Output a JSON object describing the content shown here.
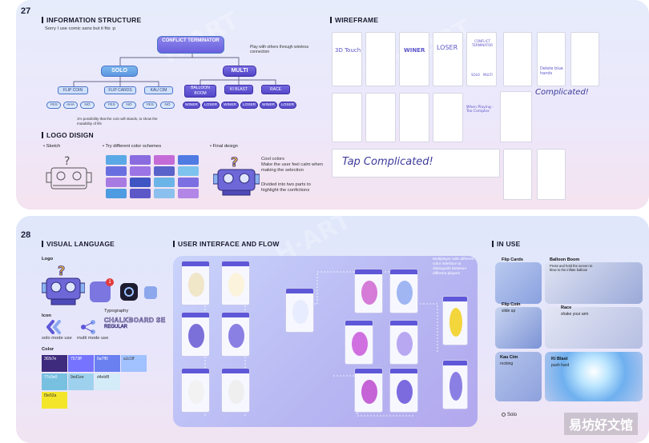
{
  "page1": {
    "number": "27",
    "info_structure": {
      "heading": "INFORMATION STRUCTURE",
      "note": "Sorry I use comic sans but it fits :p",
      "root": "CONFLICT TERMINATOR",
      "solo": "SOLO",
      "multi": "MULTI",
      "multi_note": "Play with others through wireless connection",
      "solo_children": [
        "FLIP COIN",
        "FLIP CARDS",
        "KAU CIM"
      ],
      "solo_leaves": [
        [
          "YES",
          "AHA",
          "NO"
        ],
        [
          "YES",
          "NO"
        ],
        [
          "YES",
          "NO"
        ]
      ],
      "multi_children": [
        "BALLOON BOOM",
        "KI BLAST",
        "RACE"
      ],
      "multi_leaves": [
        [
          "WINER",
          "LOSER"
        ],
        [
          "WINER",
          "LOSER"
        ],
        [
          "WINER",
          "LOSER"
        ]
      ],
      "footnote": "1% possibility that the coin will stands, to show the mutability of life"
    },
    "logo": {
      "heading": "LOGO DISIGN",
      "sketch_label": "Sketch",
      "schemes_label": "Try different color schemes",
      "final_label": "Final design",
      "final_note_1": "Cool colors\nMake the user feel calm when making the selection",
      "final_note_2": "Divided into two parts to highlight the confictions",
      "scheme_colors": [
        "#5aa9e6",
        "#8a6be0",
        "#c46bd8",
        "#4f7be3",
        "#6a6fe0",
        "#9d74e6",
        "#5a63c9",
        "#7ec3ee",
        "#a87be2",
        "#3f55c4",
        "#6ab4e8",
        "#7c6fe2",
        "#4d9be0",
        "#5d58c8",
        "#8bc0ee",
        "#b286e6"
      ]
    },
    "wireframe": {
      "heading": "WIREFRAME",
      "scribbles": [
        "3D Touch",
        "WINER",
        "LOSER",
        "CONFLICT TERMINATOR",
        "SOLO",
        "MULTI",
        "Delete blue hands",
        "Complicated!",
        "Tap Complicated!",
        "When Playing - Too Complex"
      ]
    }
  },
  "page2": {
    "number": "28",
    "visual_language": {
      "heading": "VISUAL LANGUAGE",
      "logo_label": "Logo",
      "typography_label": "Typography",
      "font_sample_1": "CHALKBOARD SE",
      "font_sample_2": "REGULAR",
      "icon_label": "Icon",
      "solo_mode": "solo mode use",
      "multi_mode": "multi mode use",
      "color_label": "Color",
      "badge": "1",
      "swatches": [
        {
          "hex": "#3f2b7e",
          "label": "3f2b7e"
        },
        {
          "hex": "#7573ff",
          "label": "7573ff"
        },
        {
          "hex": "#6a7ff0",
          "label": "6a7ff0"
        },
        {
          "hex": "#a1c1ff",
          "label": "a1c1ff"
        },
        {
          "hex": "#77c0e0",
          "label": "77c0e0"
        },
        {
          "hex": "#9ed1ee",
          "label": "9ed1ee"
        },
        {
          "hex": "#d4ebf8",
          "label": "d4ebf8"
        },
        {
          "hex": "#f3e52a",
          "label": "f3e52a"
        }
      ]
    },
    "ui_flow": {
      "heading": "USER INTERFACE AND FLOW",
      "note": "Multiplayer with different color interface to distinguish between different players"
    },
    "in_use": {
      "heading": "IN USE",
      "flip_cards": "Flip Cards",
      "balloon_boom": "Balloon Boom",
      "balloon_sub": "Press and hold the screen to blow to the inflate balloon",
      "flip_coin": "Flip Coin",
      "flip_coin_sub": "slide up",
      "race": "Race",
      "race_sub": "shake your arm",
      "kau_cim": "Kau Cim",
      "kau_cim_sub": "rocking",
      "ki_blast": "Ki Blast",
      "ki_blast_sub": "push hard",
      "solo_tag": "Solo"
    },
    "brand": "易坊好文馆"
  },
  "watermark": "H·ART"
}
